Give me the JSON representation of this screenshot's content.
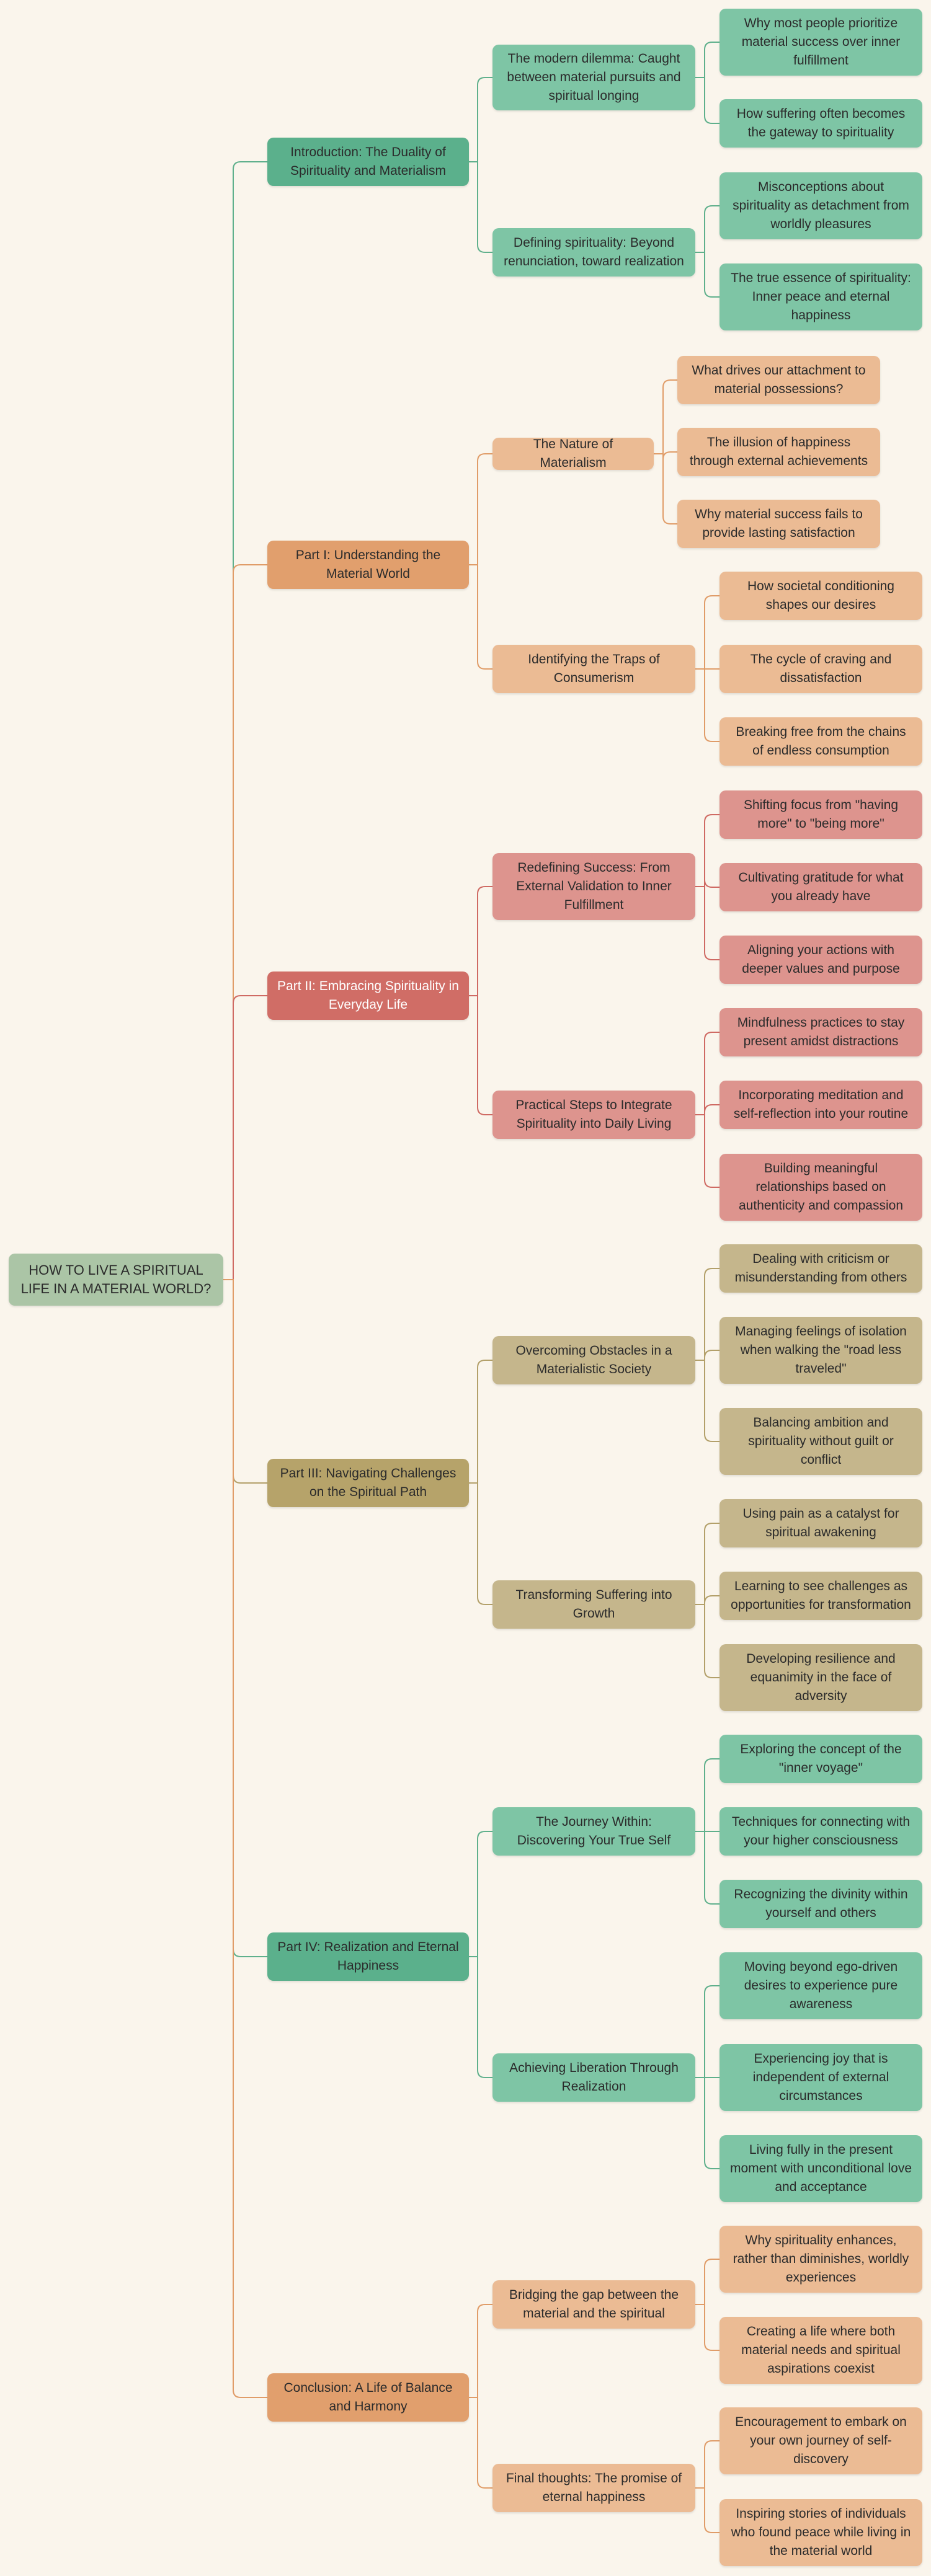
{
  "colors": {
    "root": "#abc5a6",
    "green_main": "#5bb08c",
    "green_light": "#7ec5a5",
    "orange_main": "#e19f6d",
    "orange_light": "#ebbb94",
    "red_main": "#d06d66",
    "red_light": "#dd948e",
    "khaki_main": "#b6a36a",
    "khaki_light": "#c5b68c",
    "line_green": "#5fb08c",
    "line_orange": "#e09c68",
    "line_red": "#cf6a63",
    "line_khaki": "#b3a06a"
  },
  "mindmap": {
    "root": {
      "label": "HOW TO LIVE A SPIRITUAL LIFE IN A MATERIAL WORLD?"
    },
    "sections": [
      {
        "label": "Introduction: The Duality of Spirituality and Materialism",
        "color_key": "green",
        "topics": [
          {
            "label": "The modern dilemma: Caught between material pursuits and spiritual longing",
            "points": [
              "Why most people prioritize material success over inner fulfillment",
              "How suffering often becomes the gateway to spirituality"
            ]
          },
          {
            "label": "Defining spirituality: Beyond renunciation, toward realization",
            "points": [
              "Misconceptions about spirituality as detachment from worldly pleasures",
              "The true essence of spirituality: Inner peace and eternal happiness"
            ]
          }
        ]
      },
      {
        "label": "Part I: Understanding the Material World",
        "color_key": "orange",
        "topics": [
          {
            "label": "The Nature of Materialism",
            "points": [
              "What drives our attachment to material possessions?",
              "The illusion of happiness through external achievements",
              "Why material success fails to provide lasting satisfaction"
            ]
          },
          {
            "label": "Identifying the Traps of Consumerism",
            "points": [
              "How societal conditioning shapes our desires",
              "The cycle of craving and dissatisfaction",
              "Breaking free from the chains of endless consumption"
            ]
          }
        ]
      },
      {
        "label": "Part II: Embracing Spirituality in Everyday Life",
        "color_key": "red",
        "topics": [
          {
            "label": "Redefining Success: From External Validation to Inner Fulfillment",
            "points": [
              "Shifting focus from \"having more\" to \"being more\"",
              "Cultivating gratitude for what you already have",
              "Aligning your actions with deeper values and purpose"
            ]
          },
          {
            "label": "Practical Steps to Integrate Spirituality into Daily Living",
            "points": [
              "Mindfulness practices to stay present amidst distractions",
              "Incorporating meditation and self-reflection into your routine",
              "Building meaningful relationships based on authenticity and compassion"
            ]
          }
        ]
      },
      {
        "label": "Part III: Navigating Challenges on the Spiritual Path",
        "color_key": "khaki",
        "topics": [
          {
            "label": "Overcoming Obstacles in a Materialistic Society",
            "points": [
              "Dealing with criticism or misunderstanding from others",
              "Managing feelings of isolation when walking the \"road less traveled\"",
              "Balancing ambition and spirituality without guilt or conflict"
            ]
          },
          {
            "label": "Transforming Suffering into Growth",
            "points": [
              "Using pain as a catalyst for spiritual awakening",
              "Learning to see challenges as opportunities for transformation",
              "Developing resilience and equanimity in the face of adversity"
            ]
          }
        ]
      },
      {
        "label": "Part IV: Realization and Eternal Happiness",
        "color_key": "green",
        "topics": [
          {
            "label": "The Journey Within: Discovering Your True Self",
            "points": [
              "Exploring the concept of the \"inner voyage\"",
              "Techniques for connecting with your higher consciousness",
              "Recognizing the divinity within yourself and others"
            ]
          },
          {
            "label": "Achieving Liberation Through Realization",
            "points": [
              "Moving beyond ego-driven desires to experience pure awareness",
              "Experiencing joy that is independent of external circumstances",
              "Living fully in the present moment with unconditional love and acceptance"
            ]
          }
        ]
      },
      {
        "label": "Conclusion: A Life of Balance and Harmony",
        "color_key": "orange",
        "topics": [
          {
            "label": "Bridging the gap between the material and the spiritual",
            "points": [
              "Why spirituality enhances, rather than diminishes, worldly experiences",
              "Creating a life where both material needs and spiritual aspirations coexist"
            ]
          },
          {
            "label": "Final thoughts: The promise of eternal happiness",
            "points": [
              "Encouragement to embark on your own journey of self-discovery",
              "Inspiring stories of individuals who found peace while living in the material world"
            ]
          }
        ]
      }
    ]
  }
}
